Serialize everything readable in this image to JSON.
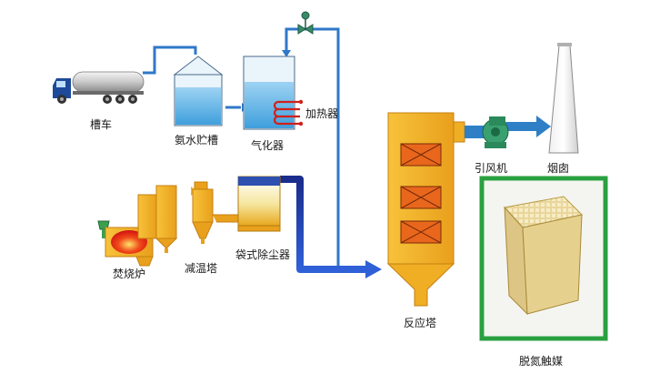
{
  "labels": {
    "truck": "槽车",
    "ammonia_tank": "氨水贮槽",
    "vaporizer": "气化器",
    "heater": "加热器",
    "incinerator": "焚烧炉",
    "cooling_tower": "减温塔",
    "bag_filter": "袋式除尘器",
    "reactor": "反应塔",
    "fan": "引风机",
    "chimney": "烟囱",
    "catalyst": "脱氮触媒"
  },
  "colors": {
    "pipe_light": "#2f78c8",
    "pipe_dark": "#1a2c8c",
    "arrow_blue": "#1e5fc0",
    "vessel_orange": "#f3b323",
    "vessel_orange_dark": "#d88c10",
    "water": "#4aa8e0",
    "catalyst_frame": "#2aa040",
    "fan_green": "#2a9a6a",
    "fire_red": "#e02020",
    "coil_red": "#d0201a"
  }
}
